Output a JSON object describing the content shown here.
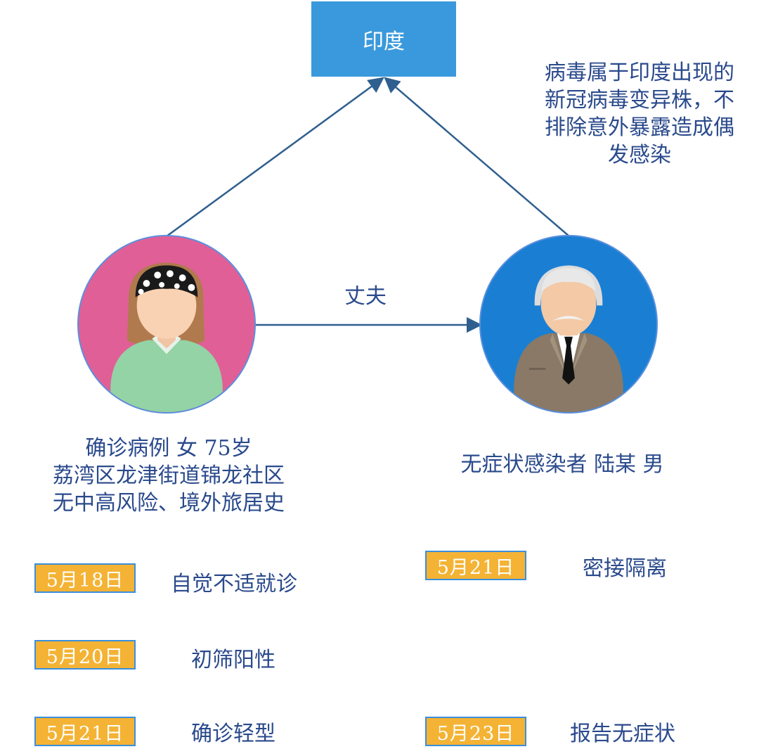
{
  "origin": {
    "label": "印度"
  },
  "note": {
    "lines": [
      "病毒属于印度出现的",
      "新冠病毒变异株，不",
      "排除意外暴露造成偶",
      "发感染"
    ]
  },
  "relation": {
    "label": "丈夫"
  },
  "case_left": {
    "caption_lines": [
      "确诊病例  女  75岁",
      "荔湾区龙津街道锦龙社区",
      "无中高风险、境外旅居史"
    ],
    "events": [
      {
        "date": "5月18日",
        "text": "自觉不适就诊"
      },
      {
        "date": "5月20日",
        "text": "初筛阳性"
      },
      {
        "date": "5月21日",
        "text": "确诊轻型"
      }
    ]
  },
  "case_right": {
    "caption": "无症状感染者  陆某  男",
    "events": [
      {
        "date": "5月21日",
        "text": "密接隔离"
      },
      {
        "date": "5月23日",
        "text": "报告无症状"
      }
    ]
  },
  "colors": {
    "box": "#3a99dc",
    "text": "#2a4a8c",
    "arrow": "#2f5f8f",
    "date_fill": "#f4b334",
    "date_border": "#3a8fdc",
    "woman_circle": "#e15f97",
    "man_circle": "#1a7fd3"
  },
  "icons": {
    "woman": "woman-avatar-icon",
    "man": "elderly-man-avatar-icon"
  }
}
